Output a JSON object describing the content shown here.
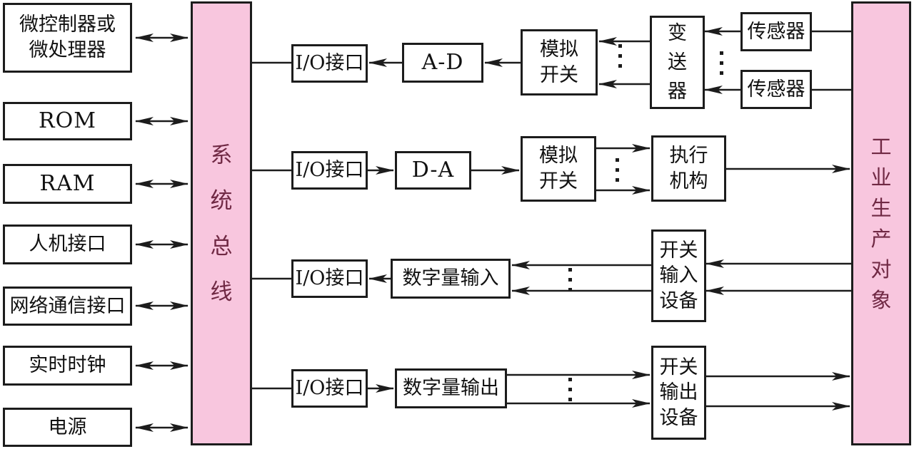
{
  "colors": {
    "bus_fill": "#f8c6de",
    "bus_text": "#702944",
    "line": "#1c1c1c"
  },
  "bus": {
    "label": "系\n统\n总\n线"
  },
  "plant": {
    "label": "工\n业\n生\n产\n对\n象"
  },
  "left_modules": [
    {
      "label": "微控制器或\n微处理器"
    },
    {
      "label": "ROM"
    },
    {
      "label": "RAM"
    },
    {
      "label": "人机接口"
    },
    {
      "label": "网络通信接口"
    },
    {
      "label": "实时时钟"
    },
    {
      "label": "电源"
    }
  ],
  "rows": {
    "analog_input": {
      "io": "I/O接口",
      "converter": "A-D",
      "mux": "模拟\n开关",
      "transmitter": "变\n送\n器",
      "sensor_top": "传感器",
      "sensor_bottom": "传感器"
    },
    "analog_output": {
      "io": "I/O接口",
      "converter": "D-A",
      "mux": "模拟\n开关",
      "actuator": "执行\n机构"
    },
    "digital_input": {
      "io": "I/O接口",
      "module": "数字量输入",
      "device": "开关\n输入\n设备"
    },
    "digital_output": {
      "io": "I/O接口",
      "module": "数字量输出",
      "device": "开关\n输出\n设备"
    }
  }
}
